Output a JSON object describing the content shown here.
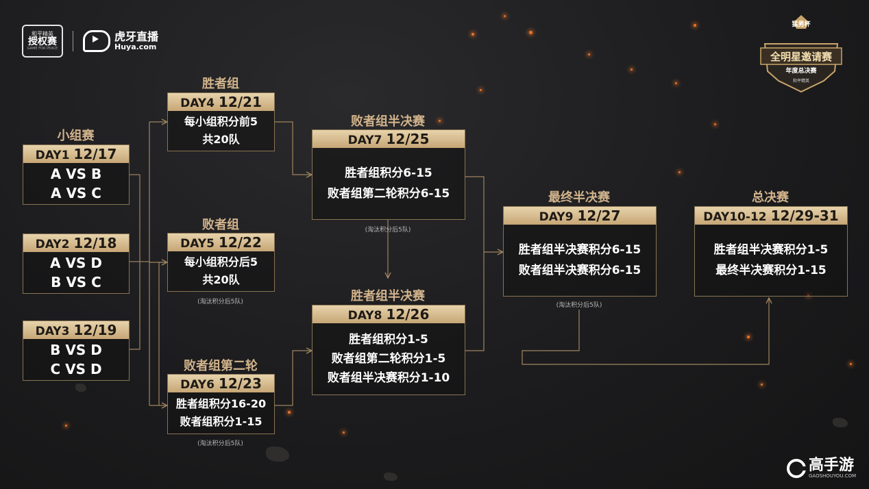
{
  "logos": {
    "pubg_line1": "和平精英",
    "pubg_line2": "授权赛",
    "pubg_line3": "GAME FOR PEACE",
    "huya_cn": "虎牙直播",
    "huya_en": "Huya.com"
  },
  "emblem": {
    "top": "猛男杯",
    "main": "全明星邀请赛",
    "sub": "年度总决赛",
    "small": "和平精英"
  },
  "stages": {
    "group": {
      "title": "小组赛",
      "days": [
        {
          "day": "DAY1",
          "date": "12/17",
          "lines": [
            "A VS B",
            "A VS C"
          ]
        },
        {
          "day": "DAY2",
          "date": "12/18",
          "lines": [
            "A VS D",
            "B VS C"
          ]
        },
        {
          "day": "DAY3",
          "date": "12/19",
          "lines": [
            "B VS D",
            "C VS D"
          ]
        }
      ]
    },
    "winners": {
      "title": "胜者组",
      "day": "DAY4",
      "date": "12/21",
      "lines": [
        "每小组积分前5",
        "共20队"
      ]
    },
    "losers": {
      "title": "败者组",
      "day": "DAY5",
      "date": "12/22",
      "lines": [
        "每小组积分后5",
        "共20队"
      ],
      "note": "(淘汰积分后5队)"
    },
    "losers_r2": {
      "title": "败者组第二轮",
      "day": "DAY6",
      "date": "12/23",
      "lines": [
        "胜者组积分16-20",
        "败者组积分1-15"
      ],
      "note": "(淘汰积分后5队)"
    },
    "losers_semi": {
      "title": "败者组半决赛",
      "day": "DAY7",
      "date": "12/25",
      "lines": [
        "胜者组积分6-15",
        "败者组第二轮积分6-15"
      ],
      "note": "(淘汰积分后5队)"
    },
    "winners_semi": {
      "title": "胜者组半决赛",
      "day": "DAY8",
      "date": "12/26",
      "lines": [
        "胜者组积分1-5",
        "败者组第二轮积分1-5",
        "败者组半决赛积分1-10"
      ]
    },
    "final_semi": {
      "title": "最终半决赛",
      "day": "DAY9",
      "date": "12/27",
      "lines": [
        "胜者组半决赛积分6-15",
        "败者组半决赛积分6-15"
      ],
      "note": "(淘汰积分后5队)"
    },
    "final": {
      "title": "总决赛",
      "day": "DAY10-12",
      "date": "12/29-31",
      "lines": [
        "胜者组半决赛积分1-5",
        "最终半决赛积分1-15"
      ]
    }
  },
  "watermark": {
    "cn": "高手游",
    "en": "GAOSHOUYOU.COM"
  },
  "colors": {
    "gold": "#d2b48c",
    "line": "#a08560",
    "ember": "#e8742a"
  }
}
